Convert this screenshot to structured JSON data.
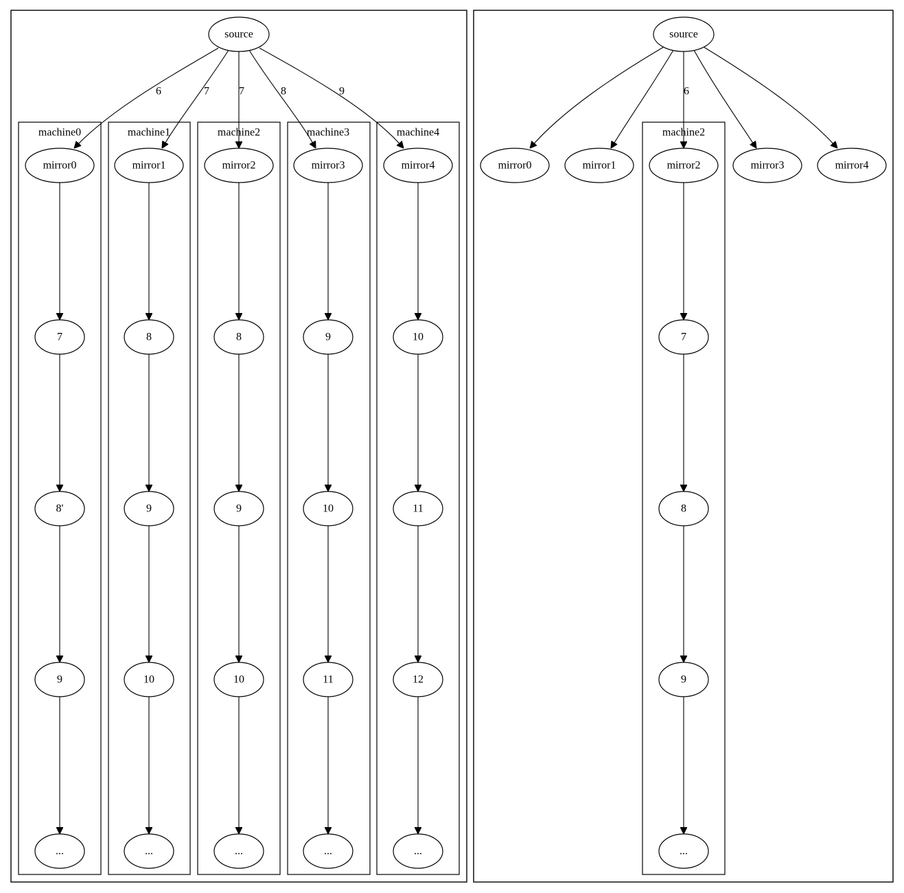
{
  "left_panel": {
    "source": "source",
    "edge_labels": [
      "6",
      "7",
      "7",
      "8",
      "9"
    ],
    "machines": [
      {
        "label": "machine0",
        "nodes": [
          "mirror0",
          "7",
          "8'",
          "9",
          "..."
        ]
      },
      {
        "label": "machine1",
        "nodes": [
          "mirror1",
          "8",
          "9",
          "10",
          "..."
        ]
      },
      {
        "label": "machine2",
        "nodes": [
          "mirror2",
          "8",
          "9",
          "10",
          "..."
        ]
      },
      {
        "label": "machine3",
        "nodes": [
          "mirror3",
          "9",
          "10",
          "11",
          "..."
        ]
      },
      {
        "label": "machine4",
        "nodes": [
          "mirror4",
          "10",
          "11",
          "12",
          "..."
        ]
      }
    ]
  },
  "right_panel": {
    "source": "source",
    "mirrors": [
      "mirror0",
      "mirror1",
      "mirror2",
      "mirror3",
      "mirror4"
    ],
    "edge_label": "6",
    "machine": {
      "label": "machine2",
      "nodes": [
        "7",
        "8",
        "9",
        "..."
      ]
    }
  }
}
